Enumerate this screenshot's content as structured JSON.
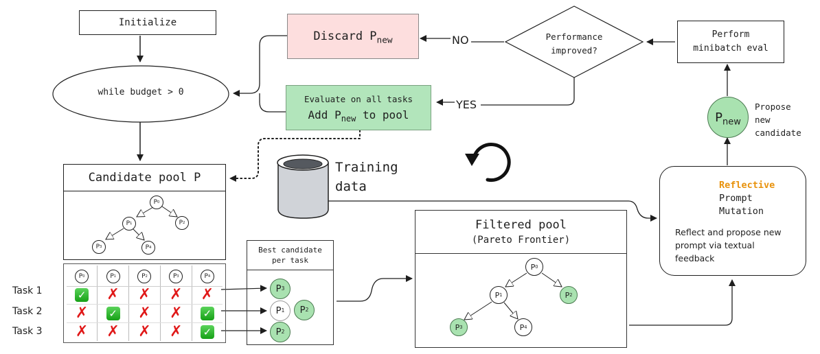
{
  "nodes": {
    "initialize": "Initialize",
    "loop": "while budget > 0",
    "discard_prefix": "Discard P",
    "discard_sub": "new",
    "evaluate_line1": "Evaluate on all tasks",
    "evaluate_add": "Add P",
    "evaluate_sub": "new",
    "evaluate_suffix": " to pool",
    "decision_line1": "Performance",
    "decision_line2": "improved?",
    "minibatch_line1": "Perform",
    "minibatch_line2": "minibatch eval",
    "pnew_main": "P",
    "pnew_sub": "new",
    "propose_line1": "Propose",
    "propose_line2": "new",
    "propose_line3": "candidate",
    "no_label": "NO",
    "yes_label": "YES",
    "training_line1": "Training",
    "training_line2": "data"
  },
  "candidate_pool": {
    "title": "Candidate pool P",
    "tree": [
      "P0",
      "P1",
      "P2",
      "P3",
      "P4"
    ]
  },
  "task_table": {
    "columns": [
      {
        "main": "P",
        "sub": "0"
      },
      {
        "main": "P",
        "sub": "1"
      },
      {
        "main": "P",
        "sub": "2"
      },
      {
        "main": "P",
        "sub": "3"
      },
      {
        "main": "P",
        "sub": "4"
      }
    ],
    "rows": [
      {
        "label": "Task 1",
        "results": [
          true,
          false,
          false,
          false,
          false
        ]
      },
      {
        "label": "Task 2",
        "results": [
          false,
          true,
          false,
          false,
          true
        ]
      },
      {
        "label": "Task 3",
        "results": [
          false,
          false,
          false,
          false,
          true
        ]
      }
    ],
    "check_glyph": "✓",
    "cross_glyph": "✗"
  },
  "best_per_task": {
    "title_line1": "Best candidate",
    "title_line2": "per task",
    "rows": [
      [
        {
          "sub": "3",
          "green": true
        }
      ],
      [
        {
          "sub": "1",
          "green": false
        },
        {
          "sub": "2",
          "green": true
        }
      ],
      [
        {
          "sub": "2",
          "green": true
        }
      ]
    ]
  },
  "filtered_pool": {
    "title_line1": "Filtered pool",
    "title_line2": "(Pareto Frontier)",
    "tree_highlighted": [
      "P2",
      "P3"
    ]
  },
  "reflective": {
    "title_accent": "Reflective",
    "title_line2": "Prompt",
    "title_line3": "Mutation",
    "description": "Reflect and propose new prompt via textual feedback",
    "accent_color": "#e8920c"
  },
  "colors": {
    "discard_fill": "#fddede",
    "evaluate_fill": "#b2e5bb",
    "green_node": "#a9e2b0"
  }
}
